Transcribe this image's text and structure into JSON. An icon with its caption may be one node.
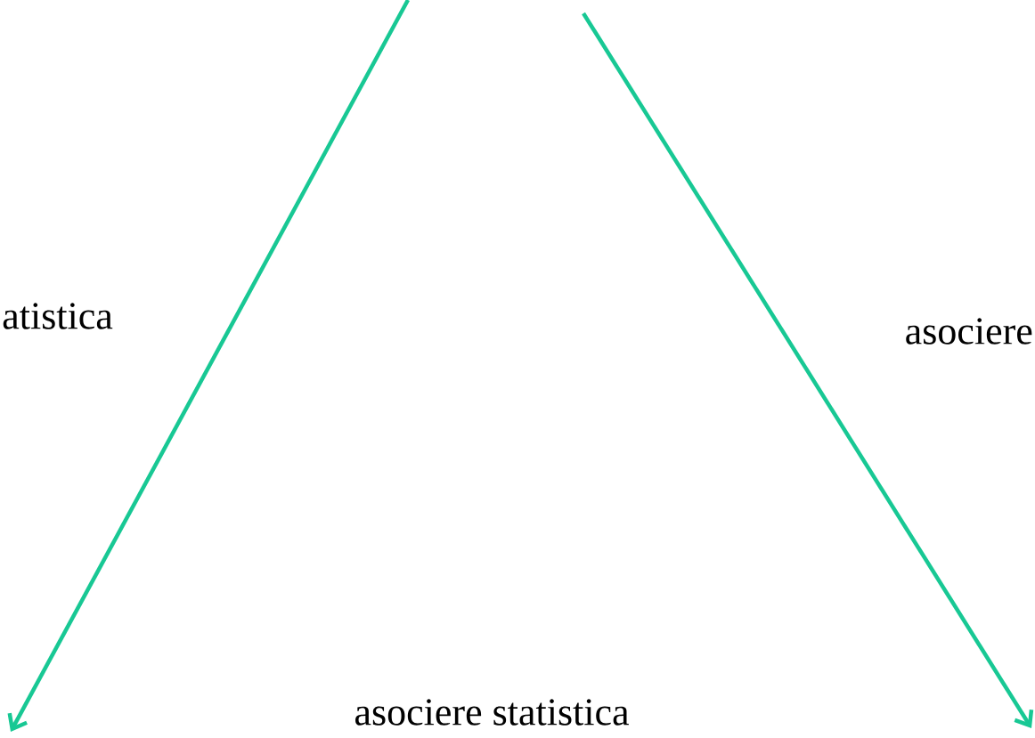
{
  "diagram": {
    "labels": [
      "atistica",
      "asociere",
      "asociere statistica"
    ]
  }
}
